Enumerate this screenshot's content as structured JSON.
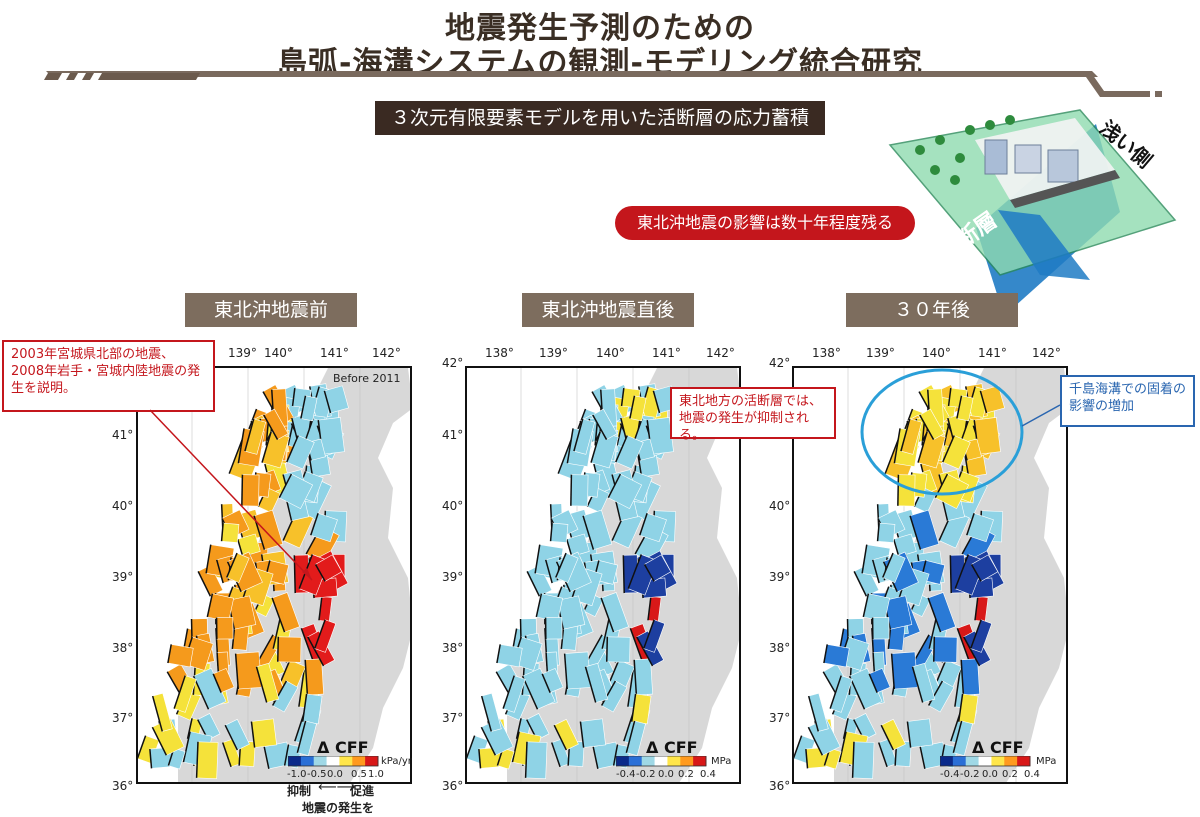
{
  "title": {
    "line1": "地震発生予測のための",
    "line2": "島弧-海溝システムの観測-モデリング統合研究"
  },
  "subtitle": "３次元有限要素モデルを用いた活断層の応力蓄積",
  "highlight": "東北沖地震の影響は数十年程度残る",
  "inset": {
    "label_shallow": "浅い側",
    "label_fault": "断層"
  },
  "panels": [
    {
      "label": "東北沖地震前",
      "tag": "Before 2011"
    },
    {
      "label": "東北沖地震直後"
    },
    {
      "label": "３０年後"
    }
  ],
  "lon_ticks": [
    "138°",
    "139°",
    "140°",
    "141°",
    "142°"
  ],
  "lat_ticks": [
    "42°",
    "41°",
    "40°",
    "39°",
    "38°",
    "37°",
    "36°"
  ],
  "callouts": {
    "left": "2003年宮城県北部の地震、2008年岩手・宮城内陸地震の発生を説明。",
    "middle": "東北地方の活断層では、地震の発生が抑制される。",
    "right": "千島海溝での固着の影響の増加"
  },
  "legend": {
    "title": "Δ CFF",
    "unit1": "kPa/yr",
    "values1": [
      "-1.0",
      "-0.5",
      "0.0",
      "0.5",
      "1.0"
    ],
    "unit2": "MPa",
    "values2": [
      "-0.4",
      "-0.2",
      "0.0",
      "0.2",
      "0.4"
    ],
    "suppress": "抑制",
    "promote": "促進",
    "caption": "地震の発生を"
  },
  "colors": {
    "brown": "#3a2a22",
    "panel_label": "#7d6d5e",
    "accent_red": "#c4161c",
    "callout_blue": "#2a66b0",
    "land": "#d8d8d8"
  }
}
